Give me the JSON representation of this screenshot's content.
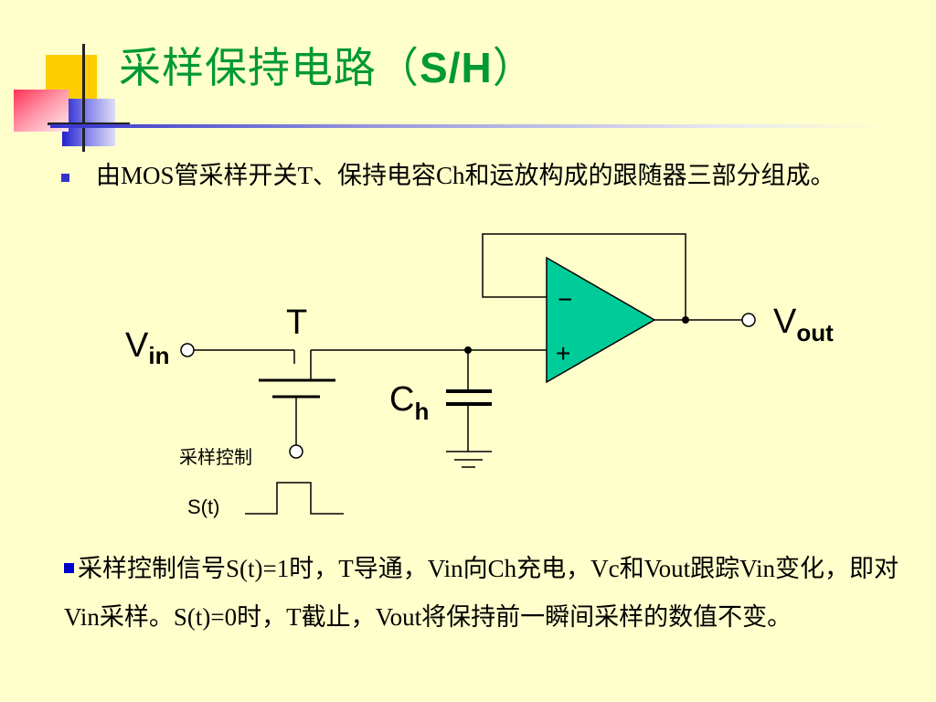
{
  "slide": {
    "title_cn": "采样保持电路（",
    "title_latin": "S/H",
    "title_end": "）",
    "paragraph1": "由MOS管采样开关T、保持电容Ch和运放构成的跟随器三部分组成。",
    "paragraph2": "采样控制信号S(t)=1时，T导通，Vin向Ch充电，Vc和Vout跟踪Vin变化，即对Vin采样。S(t)=0时，T截止，Vout将保持前一瞬间采样的数值不变。"
  },
  "circuit": {
    "vin_label": "V",
    "vin_sub": "in",
    "vout_label": "V",
    "vout_sub": "out",
    "switch_label": "T",
    "cap_label": "C",
    "cap_sub": "h",
    "opamp_minus": "−",
    "opamp_plus": "+",
    "control_label": "采样控制",
    "signal_label": "S(t)"
  },
  "colors": {
    "title": "#009933",
    "background": "#ffffcc",
    "opamp_fill": "#00cc99",
    "bullet": "#3333cc"
  }
}
